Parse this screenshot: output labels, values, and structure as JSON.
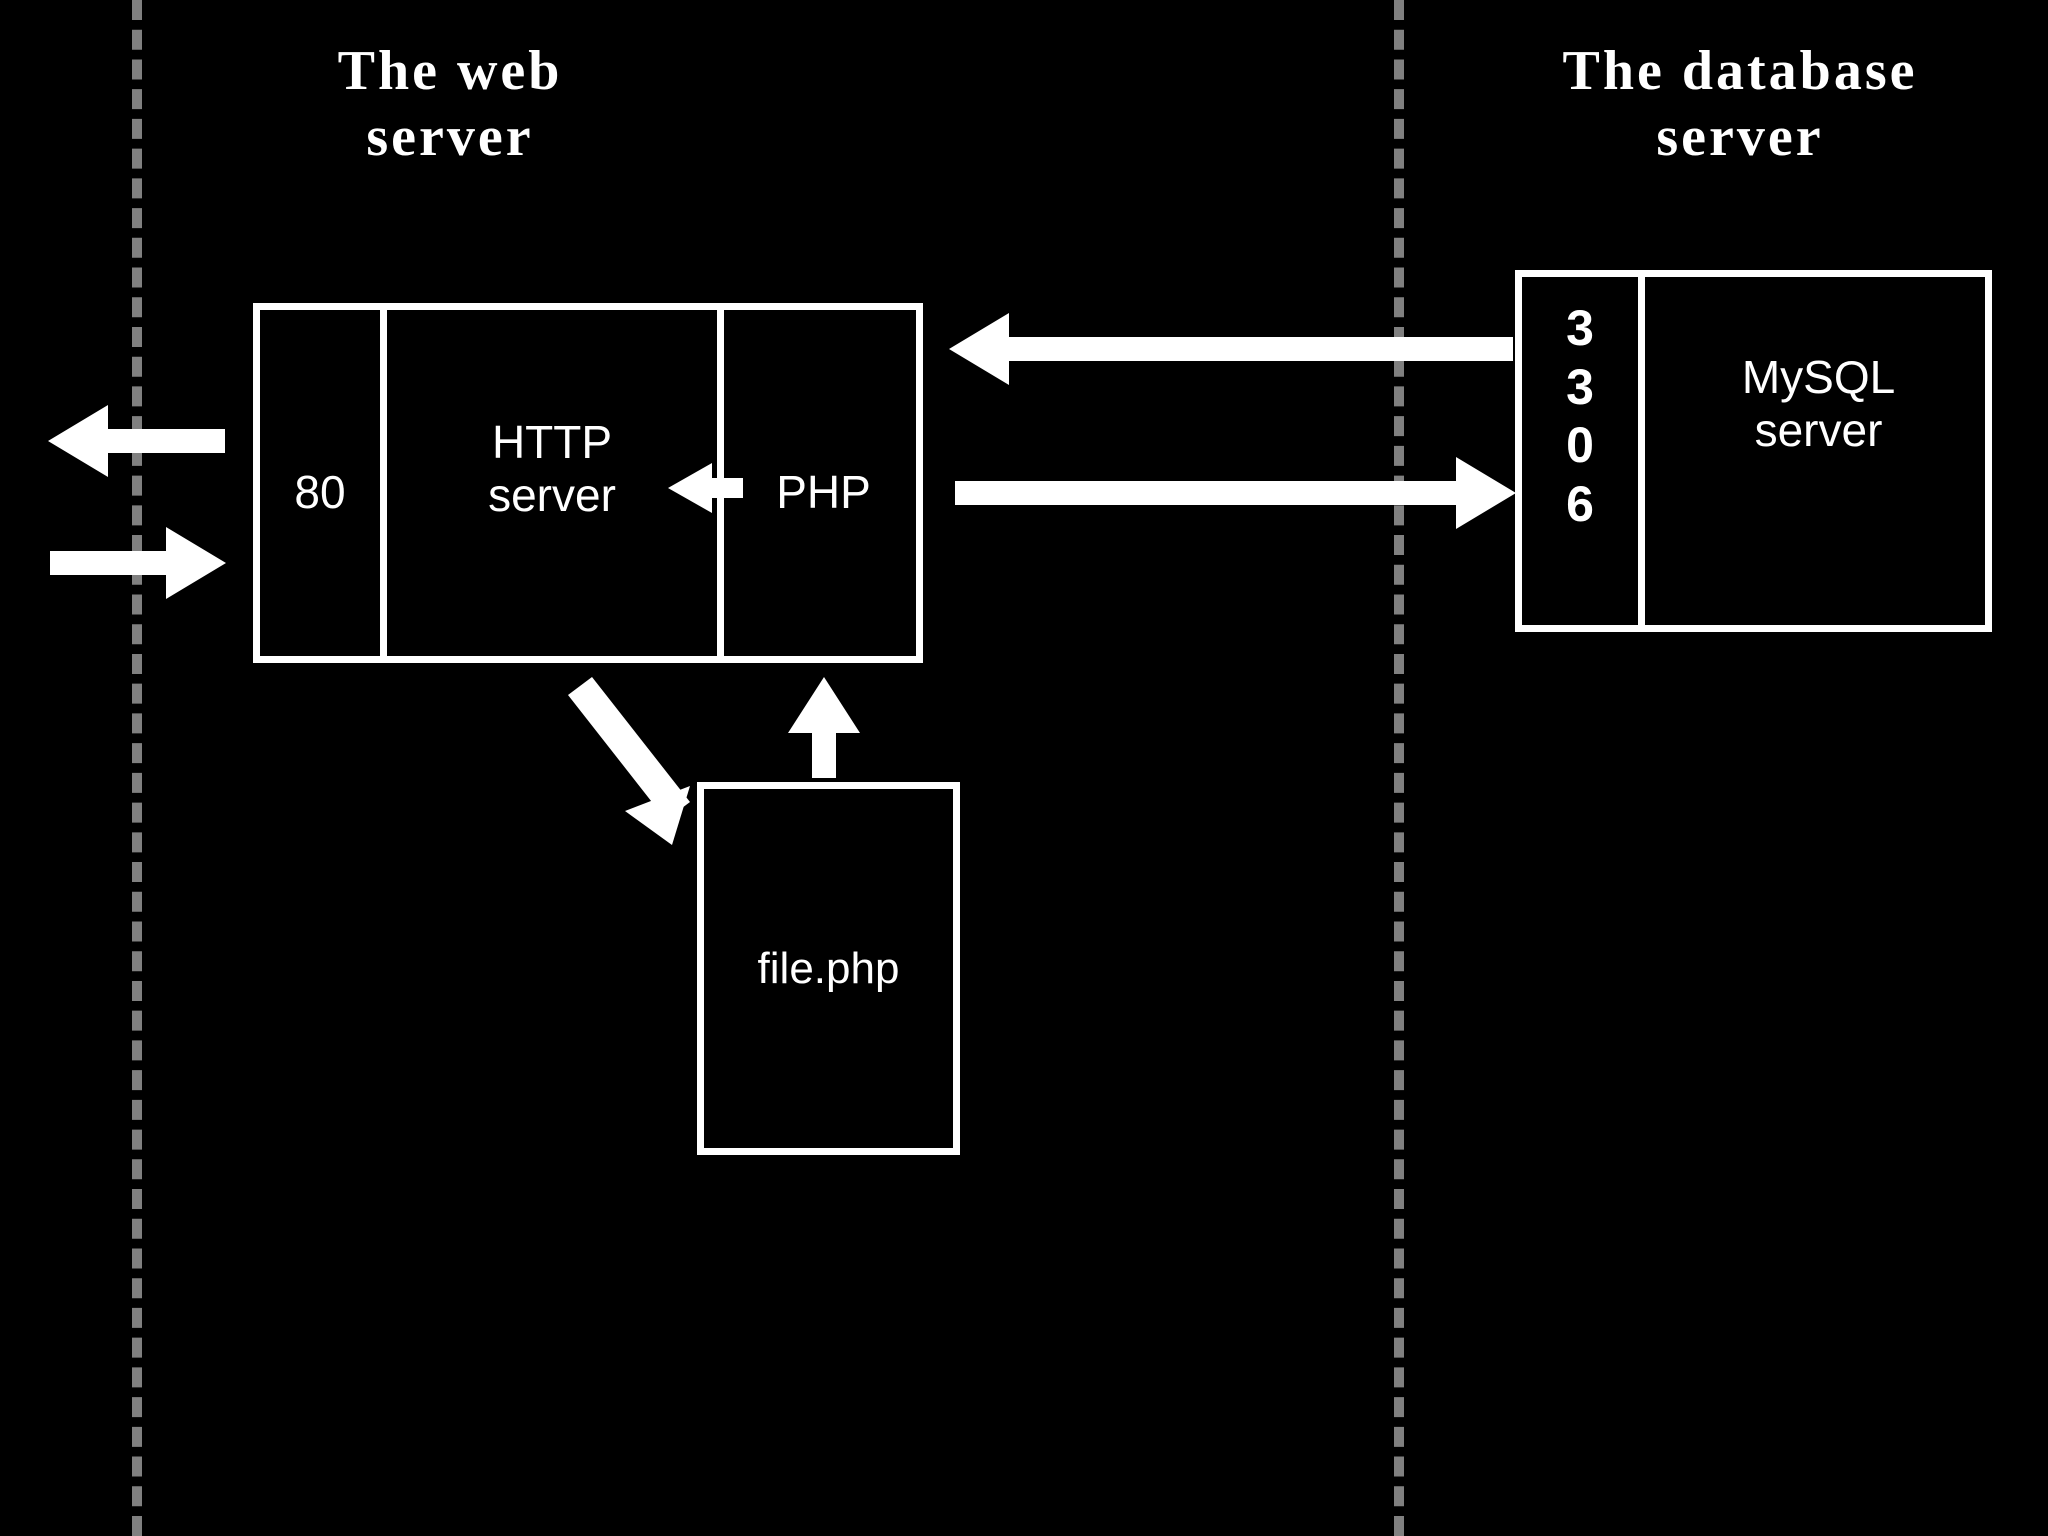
{
  "diagram": {
    "background_color": "#000000",
    "line_color": "#ffffff",
    "boundary_color": "#808080",
    "sections": [
      {
        "name": "web-server",
        "title": "The web\nserver"
      },
      {
        "name": "database-server",
        "title": "The database\nserver"
      }
    ],
    "nodes": {
      "web_server_box": {
        "port_label": "80",
        "http_server_label": "HTTP\nserver",
        "php_label": "PHP"
      },
      "database_box": {
        "port_label": "3\n3\n0\n6",
        "mysql_label": "MySQL\nserver"
      },
      "file_box": {
        "label": "file.php"
      }
    },
    "arrows": [
      {
        "name": "client-response-out",
        "direction": "left",
        "from": "port-80",
        "to": "client"
      },
      {
        "name": "client-request-in",
        "direction": "right",
        "from": "client",
        "to": "port-80"
      },
      {
        "name": "db-response-in",
        "direction": "left",
        "from": "mysql-port-3306",
        "to": "php"
      },
      {
        "name": "db-query-out",
        "direction": "right",
        "from": "php",
        "to": "mysql-port-3306"
      },
      {
        "name": "php-to-http-server",
        "direction": "left",
        "from": "php",
        "to": "http-server"
      },
      {
        "name": "http-server-to-file",
        "direction": "down-right",
        "from": "http-server",
        "to": "file.php"
      },
      {
        "name": "file-to-php",
        "direction": "up",
        "from": "file.php",
        "to": "php"
      }
    ]
  }
}
